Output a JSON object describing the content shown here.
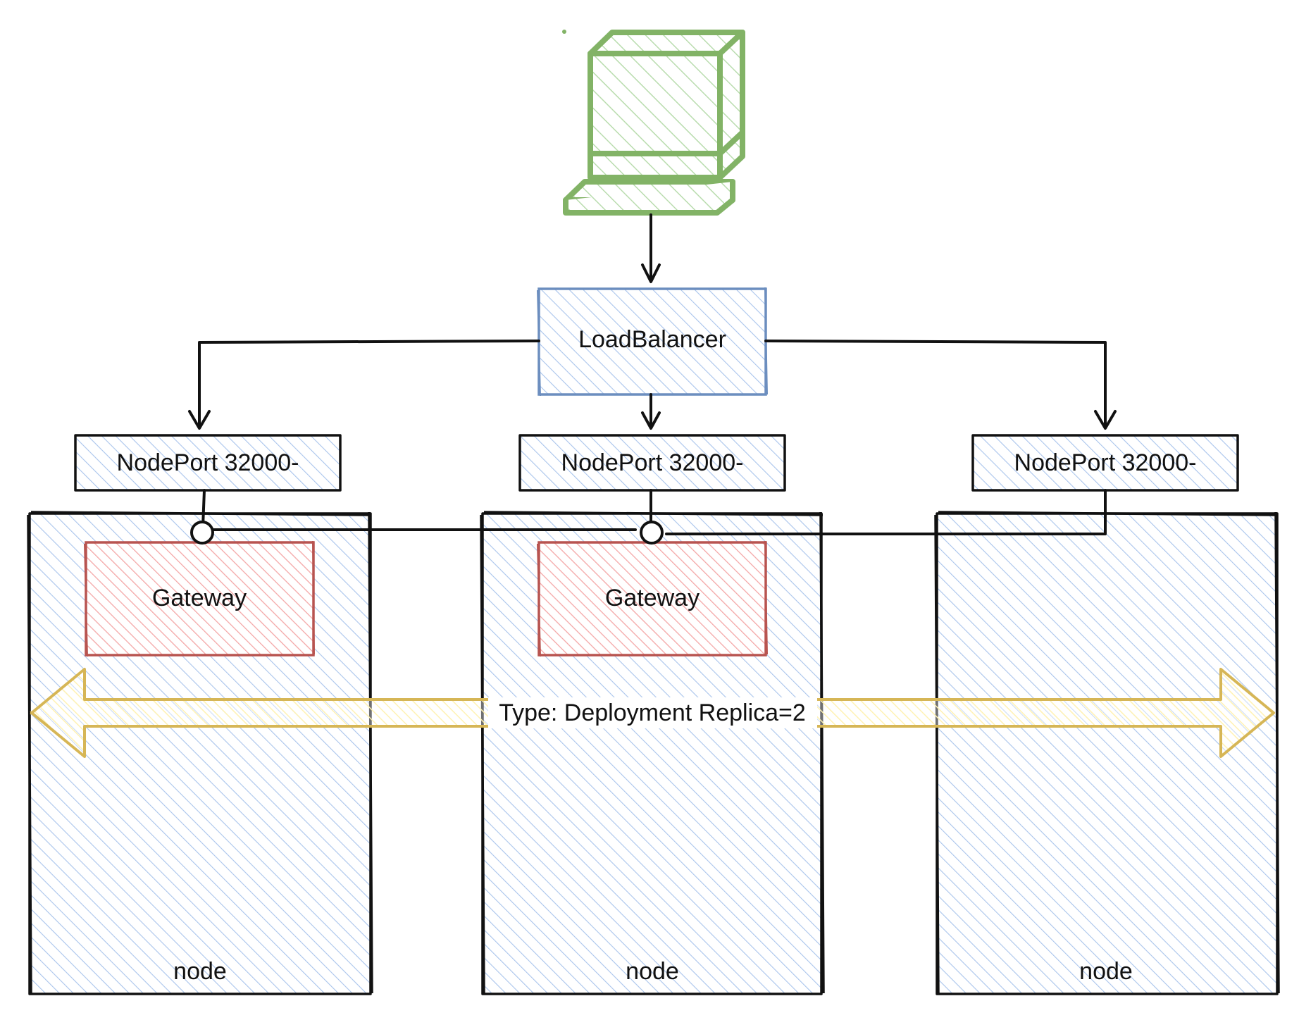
{
  "colors": {
    "node_hatch": "#a9c4ec",
    "node_stroke": "#111111",
    "gateway_fill": "#f4a7a7",
    "gateway_stroke": "#b85450",
    "loadbalancer_fill": "#a9c4ec",
    "loadbalancer_stroke": "#6c8ebf",
    "client_stroke": "#82b366",
    "client_fill": "#b9dcae",
    "deployment_arrow_stroke": "#d6b656",
    "deployment_arrow_fill": "#fff2b3"
  },
  "client": {
    "icon": "computer-icon"
  },
  "load_balancer": {
    "label": "LoadBalancer"
  },
  "nodeports": [
    {
      "label": "NodePort 32000-"
    },
    {
      "label": "NodePort 32000-"
    },
    {
      "label": "NodePort 32000-"
    }
  ],
  "gateways": [
    {
      "label": "Gateway"
    },
    {
      "label": "Gateway"
    }
  ],
  "nodes": [
    {
      "label": "node"
    },
    {
      "label": "node"
    },
    {
      "label": "node"
    }
  ],
  "deployment": {
    "label": "Type: Deployment Replica=2"
  }
}
